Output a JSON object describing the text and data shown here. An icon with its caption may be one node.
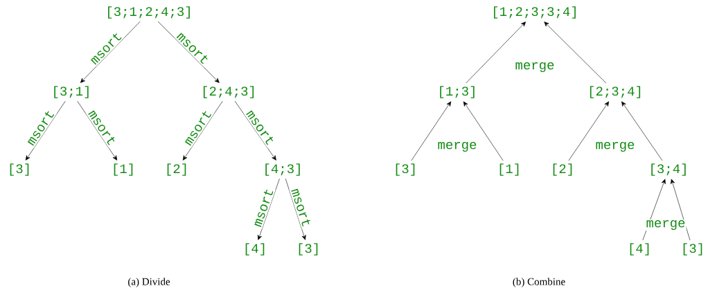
{
  "diagram": {
    "nodes": [
      {
        "text": [
          "[3;1;2;4;3]"
        ]
      },
      {
        "text": [
          "[3;1]"
        ]
      },
      {
        "text": [
          "[2;4;3]"
        ]
      },
      {
        "text": [
          "[3]"
        ]
      },
      {
        "text": [
          "[1]"
        ]
      },
      {
        "text": [
          "[2]"
        ]
      },
      {
        "text": [
          "[4;3]"
        ]
      },
      {
        "text": [
          "[4]"
        ]
      },
      {
        "text": [
          "[3]"
        ]
      },
      {
        "text": [
          "[1;2;3;3;4]"
        ]
      },
      {
        "text": [
          "[1;3]"
        ]
      },
      {
        "text": [
          "[2;3;4]"
        ]
      },
      {
        "text": [
          "[3]"
        ]
      },
      {
        "text": [
          "[1]"
        ]
      },
      {
        "text": [
          "[2]"
        ]
      },
      {
        "text": [
          "[3;4]"
        ]
      },
      {
        "text": [
          "[4]"
        ]
      },
      {
        "text": [
          "[3]"
        ]
      }
    ],
    "edges": [
      {
        "from": 0,
        "to": 1,
        "arrow": "to",
        "label": "msort"
      },
      {
        "from": 0,
        "to": 2,
        "arrow": "to",
        "label": "msort"
      },
      {
        "from": 1,
        "to": 3,
        "arrow": "to",
        "label": "msort"
      },
      {
        "from": 1,
        "to": 4,
        "arrow": "to",
        "label": "msort"
      },
      {
        "from": 2,
        "to": 5,
        "arrow": "to",
        "label": "msort"
      },
      {
        "from": 2,
        "to": 6,
        "arrow": "to",
        "label": "msort"
      },
      {
        "from": 6,
        "to": 7,
        "arrow": "to",
        "label": "msort"
      },
      {
        "from": 6,
        "to": 8,
        "arrow": "to",
        "label": "msort"
      },
      {
        "from": 10,
        "to": 9,
        "arrow": "to"
      },
      {
        "from": 11,
        "to": 9,
        "arrow": "to"
      },
      {
        "from": 12,
        "to": 10,
        "arrow": "to"
      },
      {
        "from": 13,
        "to": 10,
        "arrow": "to"
      },
      {
        "from": 14,
        "to": 11,
        "arrow": "to"
      },
      {
        "from": 15,
        "to": 11,
        "arrow": "to"
      },
      {
        "from": 16,
        "to": 15,
        "arrow": "to"
      },
      {
        "from": 17,
        "to": 15,
        "arrow": "to"
      }
    ],
    "labels": [
      "merge",
      "merge",
      "merge",
      "merge",
      "(a) Divide",
      "(b) Combine"
    ]
  }
}
